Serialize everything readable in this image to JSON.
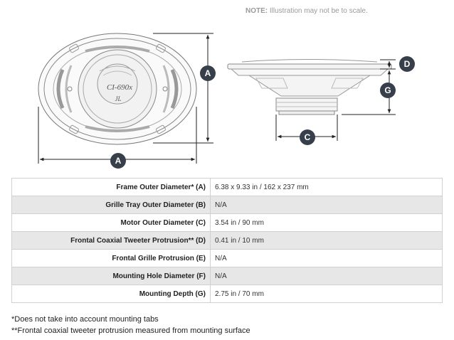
{
  "note": {
    "prefix": "NOTE:",
    "text": " Illustration may not be to scale."
  },
  "brand_label": "CI-690x",
  "jl_logo_text": "JL",
  "dimension_markers": [
    "A",
    "A",
    "D",
    "G",
    "C"
  ],
  "specs": [
    {
      "label": "Frame Outer Diameter* (A)",
      "value": "6.38 x 9.33 in / 162 x 237 mm"
    },
    {
      "label": "Grille Tray Outer Diameter (B)",
      "value": "N/A"
    },
    {
      "label": "Motor Outer Diameter (C)",
      "value": "3.54 in / 90 mm"
    },
    {
      "label": "Frontal Coaxial Tweeter Protrusion** (D)",
      "value": "0.41 in / 10 mm"
    },
    {
      "label": "Frontal Grille Protrusion (E)",
      "value": "N/A"
    },
    {
      "label": "Mounting Hole Diameter (F)",
      "value": "N/A"
    },
    {
      "label": "Mounting Depth (G)",
      "value": "2.75 in / 70 mm"
    }
  ],
  "footnotes": [
    "*Does not take into account mounting tabs",
    "**Frontal coaxial tweeter protrusion measured from mounting surface"
  ],
  "colors": {
    "marker": "#37404a",
    "line": "#222222",
    "row_alt": "#e7e7e7"
  }
}
